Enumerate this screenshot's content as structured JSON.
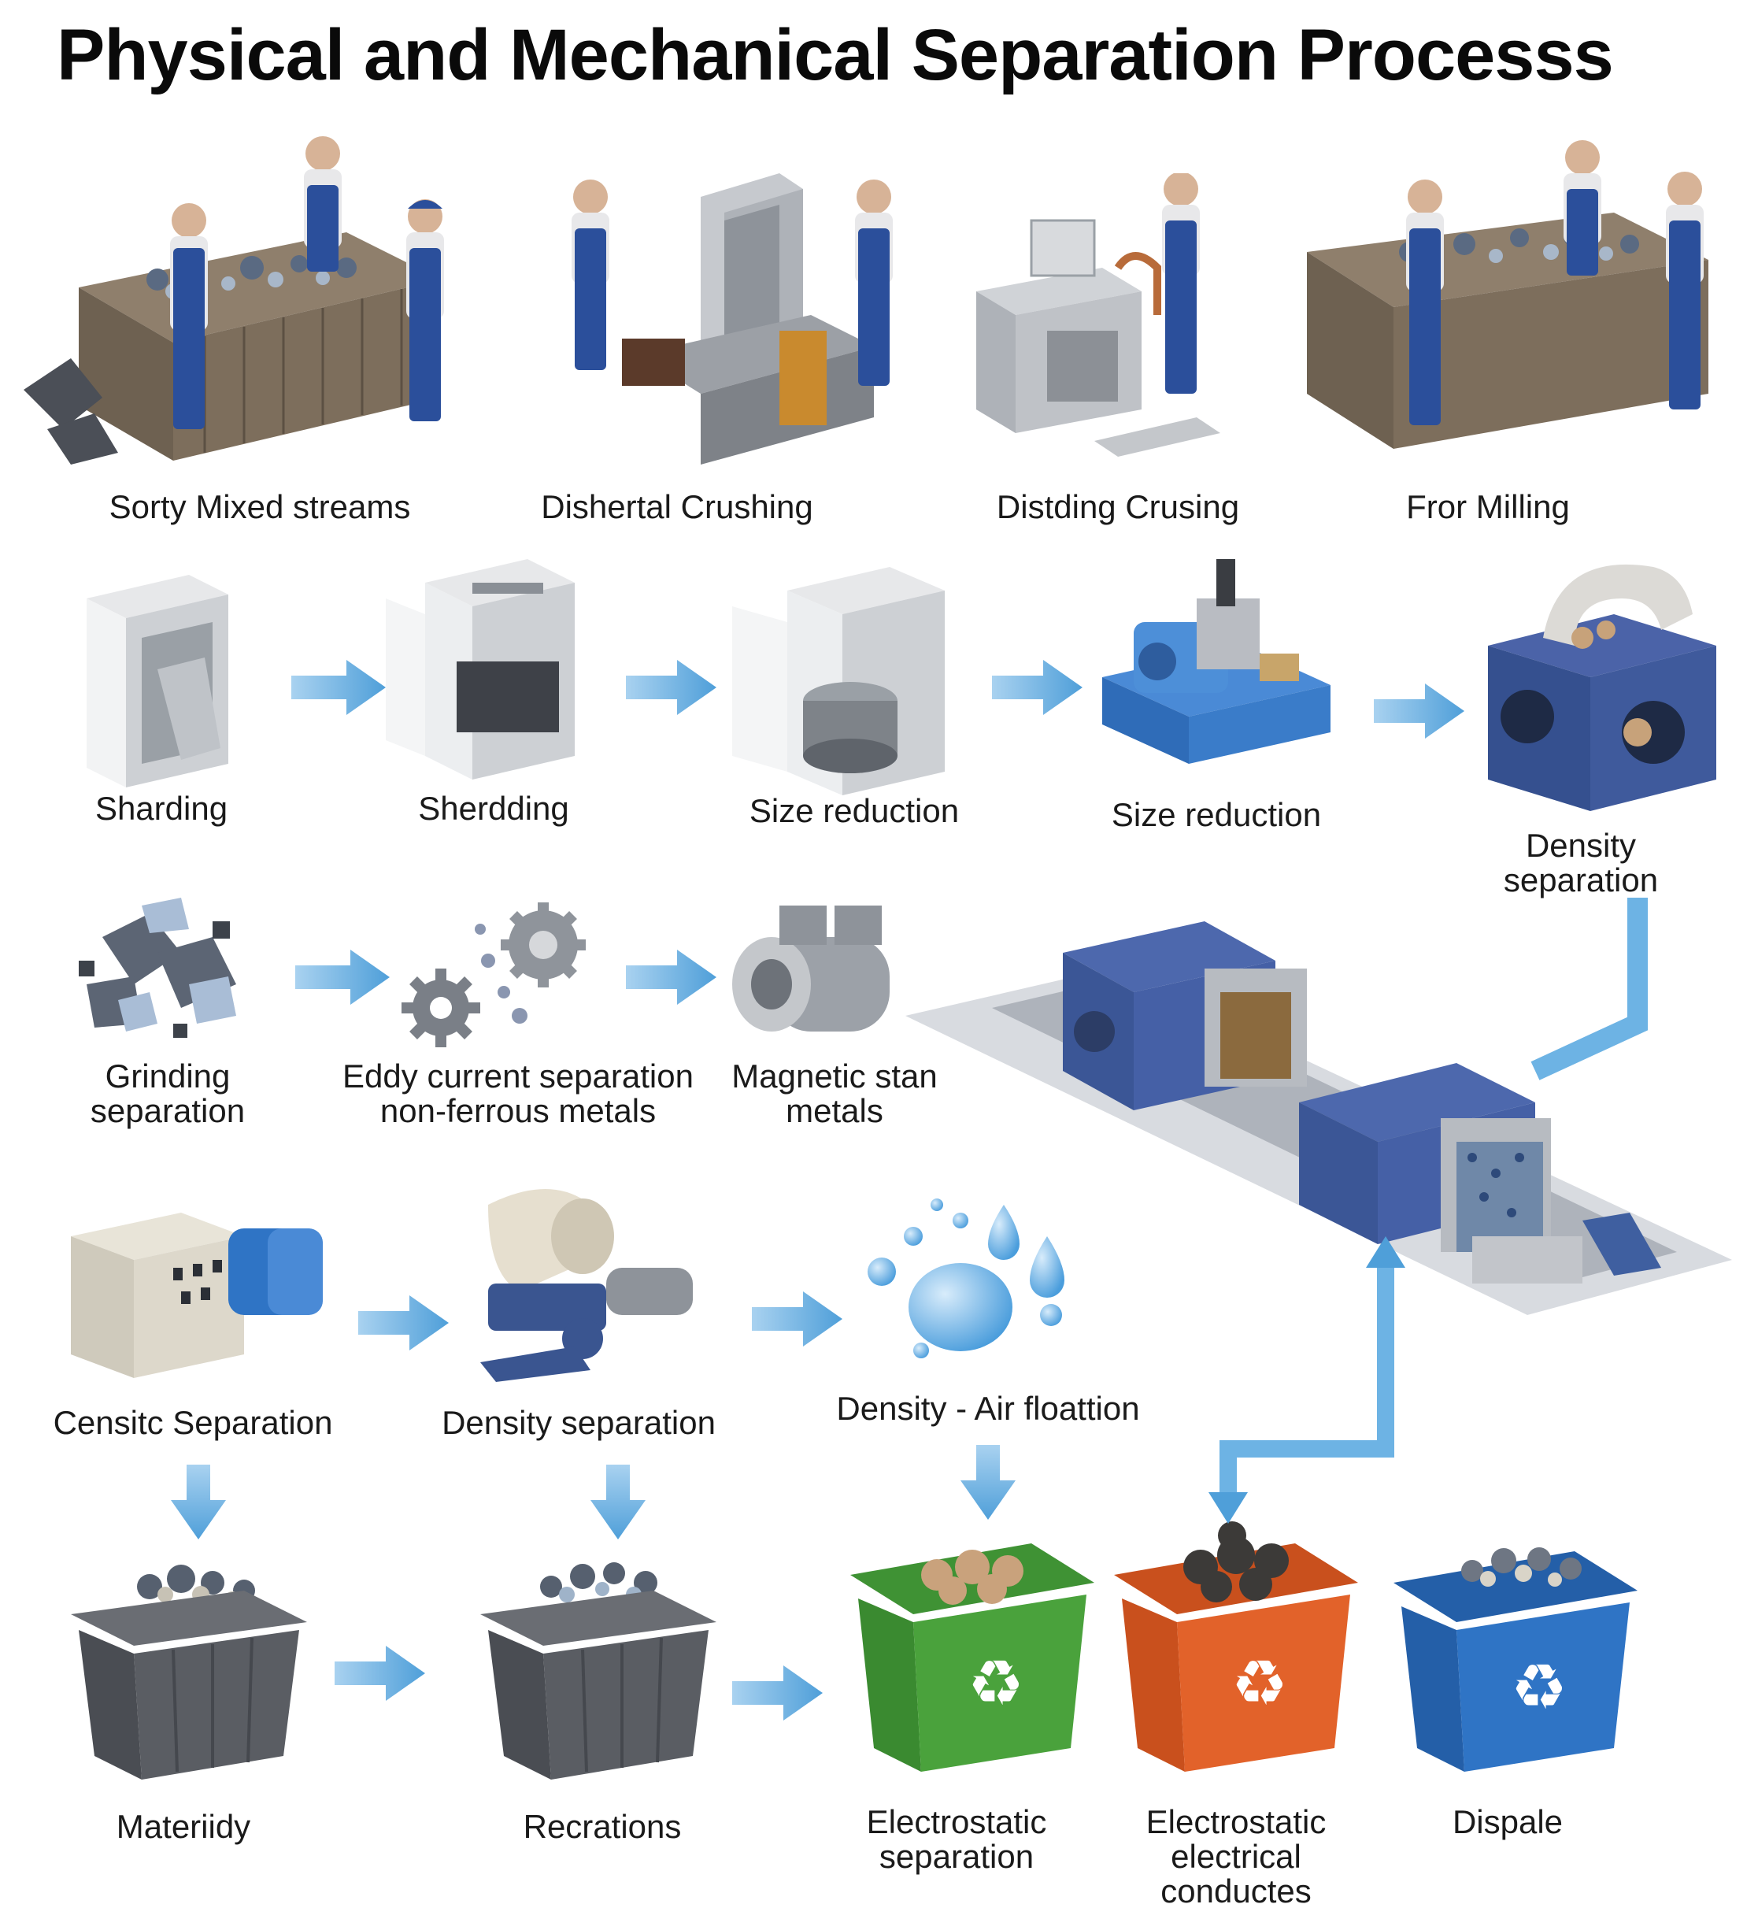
{
  "title": "Physical and Mechanical Separation Processs",
  "steps": {
    "row1": [
      "Sorty Mixed streams",
      "Dishertal Crushing",
      "Distding Crusing",
      "Fror Milling"
    ],
    "row2": [
      "Sharding",
      "Sherdding",
      "Size reduction",
      "Size reduction",
      "Density separation"
    ],
    "row3": [
      "Grinding\nseparation",
      "Eddy current separation\nnon-ferrous metals",
      "Magnetic stan\nmetals"
    ],
    "row4": [
      "Censitc Separation",
      "Density separation",
      "Density - Air floattion"
    ],
    "bins": [
      "Materiidy",
      "Recrations",
      "Electrostatic\nseparation",
      "Electrostatic\nelectrical\nconductes",
      "Dispale"
    ]
  },
  "colors": {
    "arrow": "#5aa7dd",
    "machine_blue": "#3b5ea8",
    "machine_grey": "#b9bcc2",
    "bin_grey": "#5a5d63",
    "bin_green": "#4aa23c",
    "bin_orange": "#e2622a",
    "bin_blue": "#2f74c5",
    "worker_overalls": "#2b4f9b"
  },
  "icons": [
    "recycle-icon",
    "water-drops-icon",
    "gear-icon",
    "worker-icon",
    "conveyor-icon"
  ]
}
